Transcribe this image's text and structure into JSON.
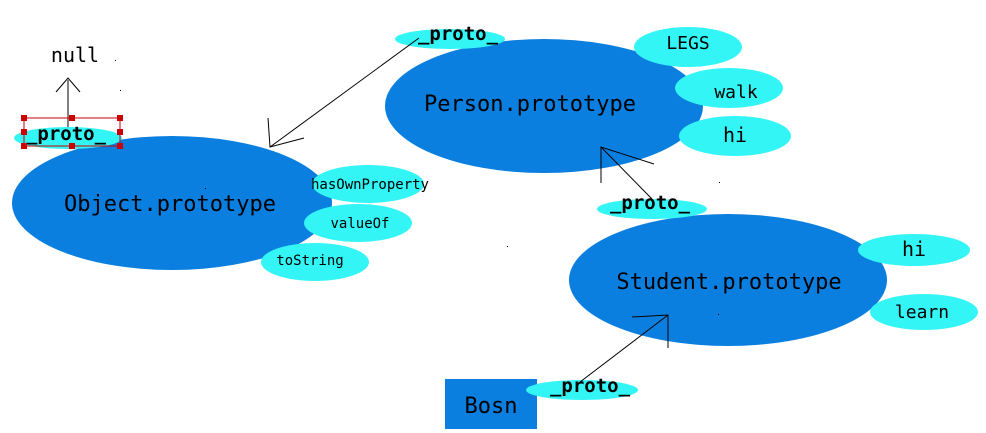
{
  "colors": {
    "big_ellipse": "#0a7fe0",
    "small_ellipse": "#33f5f5",
    "box": "#0a7fe0",
    "line": "#000000",
    "handle": "#cc0000"
  },
  "null_label": "null",
  "object": {
    "label": "Object.prototype",
    "proto": "_proto_",
    "props": [
      "hasOwnProperty",
      "valueOf",
      "toString"
    ]
  },
  "person": {
    "label": "Person.prototype",
    "proto": "_proto_",
    "props": [
      "LEGS",
      "walk",
      "hi"
    ]
  },
  "student": {
    "label": "Student.prototype",
    "proto": "_proto_",
    "props": [
      "hi",
      "learn"
    ]
  },
  "bosn": {
    "label": "Bosn",
    "proto": "_proto_"
  }
}
